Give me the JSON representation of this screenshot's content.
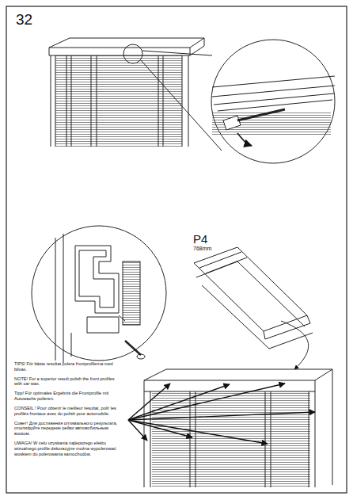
{
  "diagram": {
    "labels": [
      "32",
      "P4",
      "768mm",
      "TIPS! För bäste resultat polera frontprofilerna med bilvax.",
      "NOTE! For a superior result polish the front profiles with car wax.",
      "Tipp! Für optimales Ergebnis die Frontprofile mit Autowachs polieren.",
      "CONSEIL ! Pour obtenir le meilleur résultat, polir les profilés frontaux avec du polish pour automobile.",
      "Совет! Для достижения оптимального результата, отшлифуйте передние рейки автомобильным воском.",
      "UWAGA! W celu uzyskania najlepszego efektu wizualnego profile dekoracyjne można wypolerować woskiem do polerowania samochodów."
    ]
  }
}
